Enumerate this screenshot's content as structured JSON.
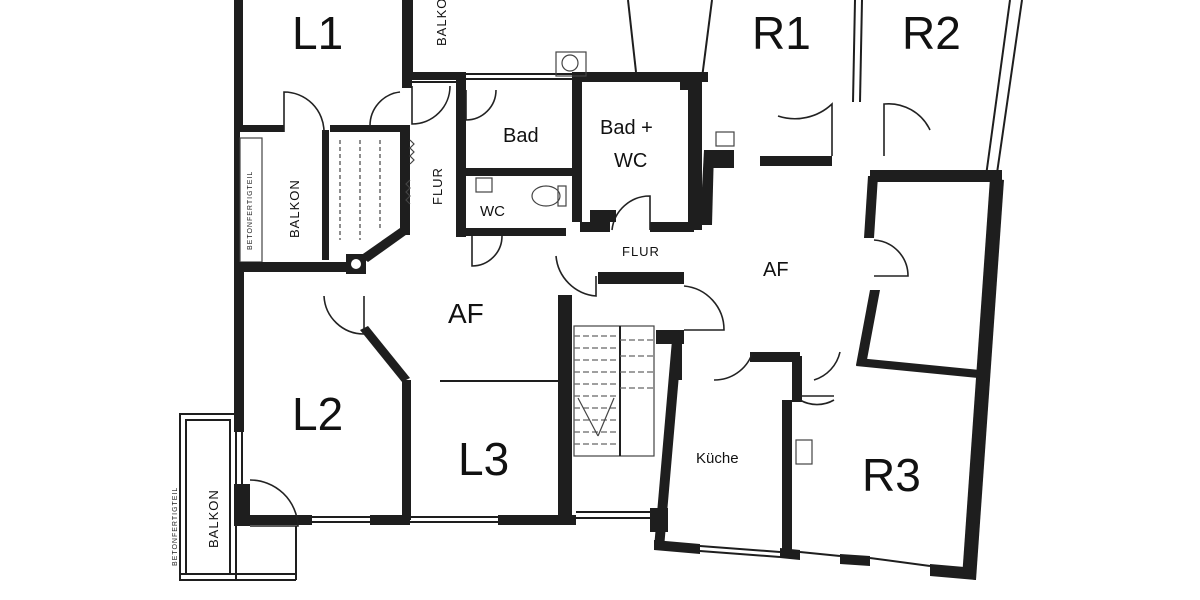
{
  "rooms": {
    "l1": "L1",
    "l2": "L2",
    "l3": "L3",
    "r1": "R1",
    "r2": "R2",
    "r3": "R3",
    "af_left": "AF",
    "af_right": "AF",
    "bad": "Bad",
    "bad_wc_line1": "Bad +",
    "bad_wc_line2": "WC",
    "wc": "WC",
    "kueche": "Küche",
    "flur_vertical": "FLUR",
    "flur_horizontal": "FLUR"
  },
  "balconies": {
    "top": "BALKON",
    "left_upper": "BALKON",
    "left_lower": "BALKON",
    "precast_upper": "BETONFERTIGTEIL",
    "precast_lower": "BETONFERTIGTEIL"
  }
}
